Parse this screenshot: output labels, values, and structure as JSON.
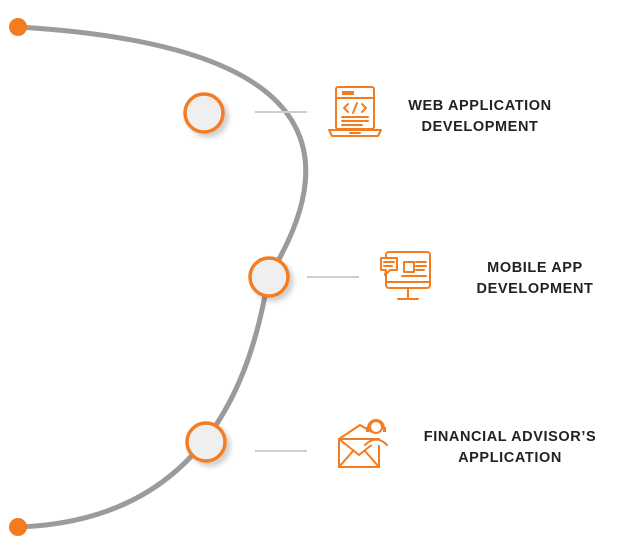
{
  "colors": {
    "accent": "#F47C20",
    "curve": "#9B9B9B",
    "connector": "#CFCFCF",
    "node_fill": "#EFEFEF",
    "text": "#222222"
  },
  "services": [
    {
      "line1": "WEB APPLICATION",
      "line2": "DEVELOPMENT",
      "icon": "laptop-code-icon"
    },
    {
      "line1": "MOBILE APP",
      "line2": "DEVELOPMENT",
      "icon": "monitor-chat-icon"
    },
    {
      "line1": "FINANCIAL ADVISOR’S",
      "line2": "APPLICATION",
      "icon": "envelope-support-icon"
    }
  ]
}
